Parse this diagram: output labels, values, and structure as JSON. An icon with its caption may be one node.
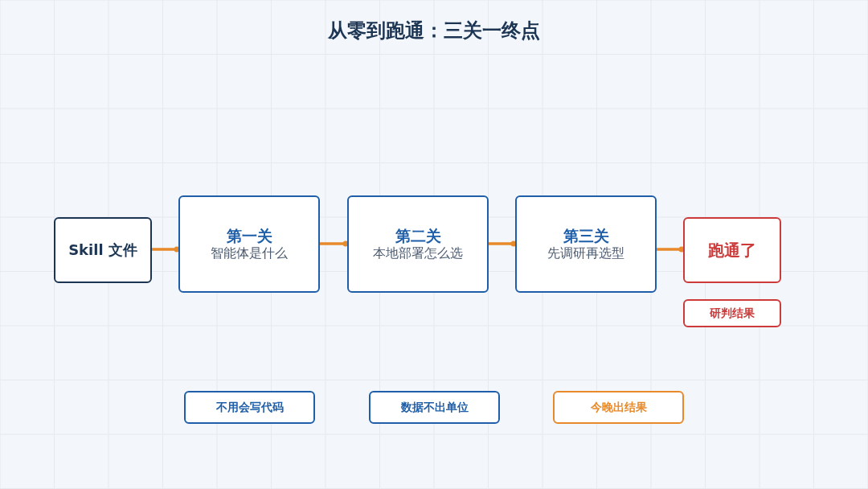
{
  "diagram": {
    "title": "从零到跑通：三关一终点",
    "nodes": [
      {
        "text": [
          "Skill 文件"
        ]
      },
      {
        "text": [
          "第一关",
          "智能体是什么"
        ]
      },
      {
        "text": [
          "第二关",
          "本地部署怎么选"
        ]
      },
      {
        "text": [
          "第三关",
          "先调研再选型"
        ]
      },
      {
        "text": [
          "跑通了"
        ]
      },
      {
        "text": [
          "研判结果"
        ]
      },
      {
        "text": [
          "不用会写代码"
        ]
      },
      {
        "text": [
          "数据不出单位"
        ]
      },
      {
        "text": [
          "今晚出结果"
        ]
      }
    ],
    "edges": [
      {
        "from": 0,
        "to": 1,
        "arrow": "other"
      },
      {
        "from": 1,
        "to": 2,
        "arrow": "other"
      },
      {
        "from": 2,
        "to": 3,
        "arrow": "other"
      },
      {
        "from": 3,
        "to": 4,
        "arrow": "other"
      }
    ]
  }
}
